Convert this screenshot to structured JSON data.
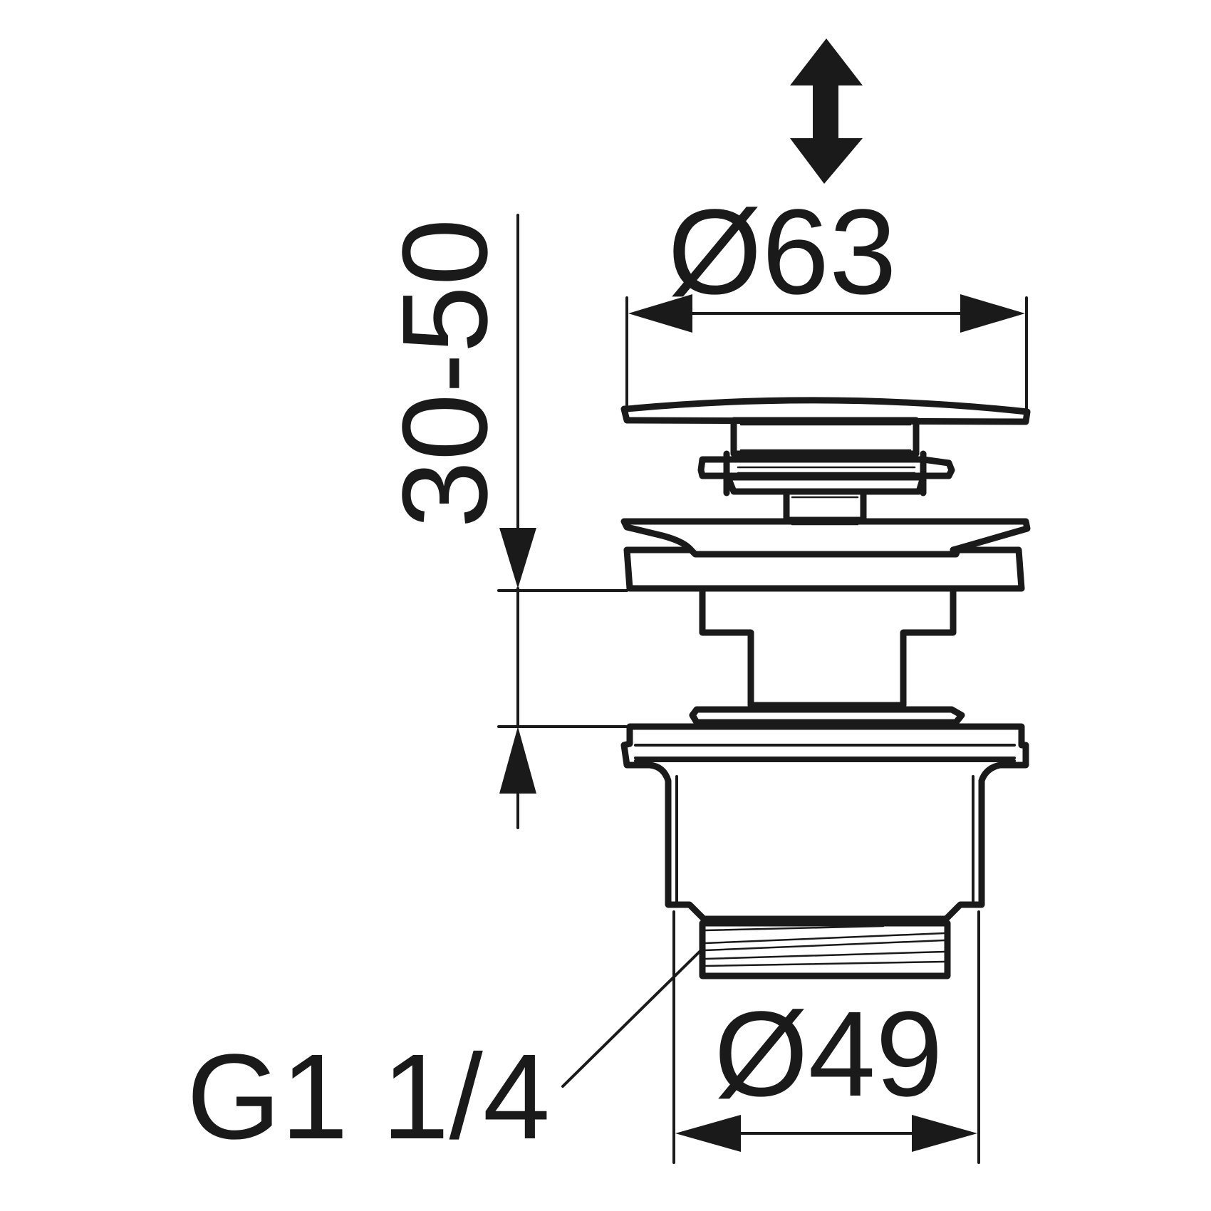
{
  "drawing": {
    "top_diameter_label": "Ø63",
    "bottom_diameter_label": "Ø49",
    "height_range_label": "30-50",
    "thread_label": "G1 1/4",
    "ink_color": "#1a1a1a",
    "background_color": "#ffffff"
  }
}
